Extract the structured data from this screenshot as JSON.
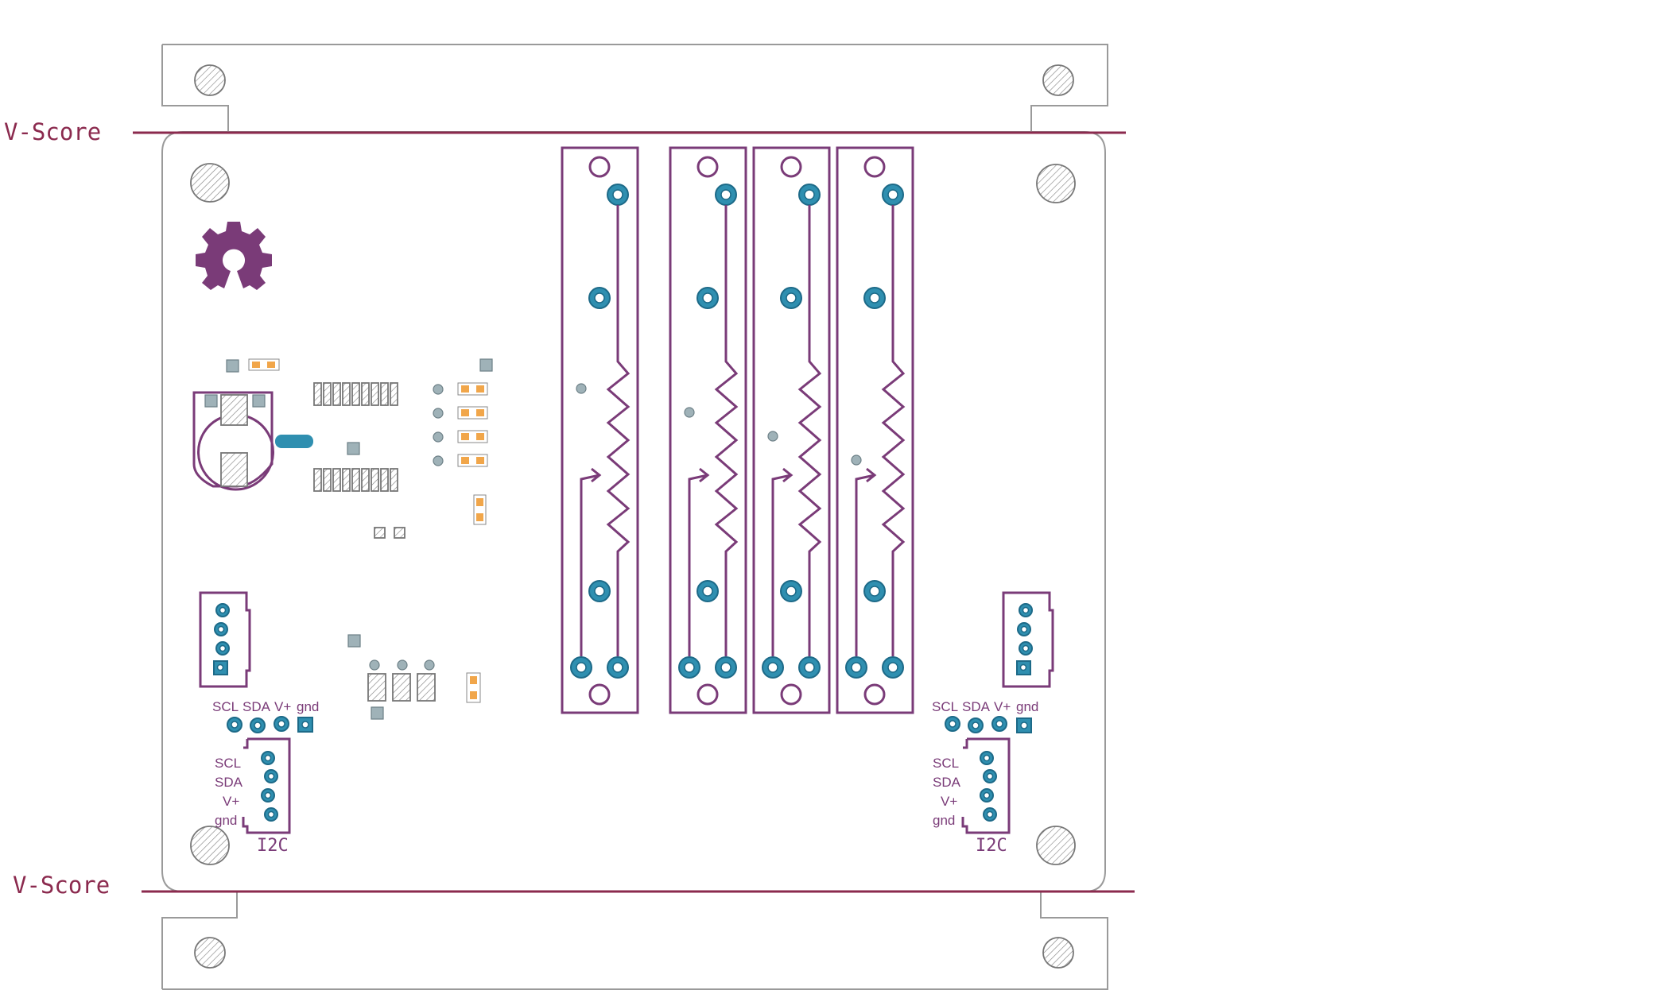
{
  "vscore": {
    "top_label": "V-Score",
    "bottom_label": "V-Score"
  },
  "connectors": {
    "left": {
      "header_labels": [
        "SCL",
        "SDA",
        "V+",
        "gnd"
      ],
      "side_labels": [
        "SCL",
        "SDA",
        "V+",
        "gnd"
      ],
      "name": "I2C"
    },
    "right": {
      "header_labels": [
        "SCL",
        "SDA",
        "V+",
        "gnd"
      ],
      "side_labels": [
        "SCL",
        "SDA",
        "V+",
        "gnd"
      ],
      "name": "I2C"
    }
  },
  "potentiometer_count": 4,
  "colors": {
    "silkscreen": "#7a3b78",
    "vscore": "#8b2a4e",
    "pad": "#2f8fb0",
    "smd_pad": "#f1a64a",
    "outline": "#9a9a9a"
  },
  "icons": [
    "open-source-hardware-gear-icon"
  ]
}
